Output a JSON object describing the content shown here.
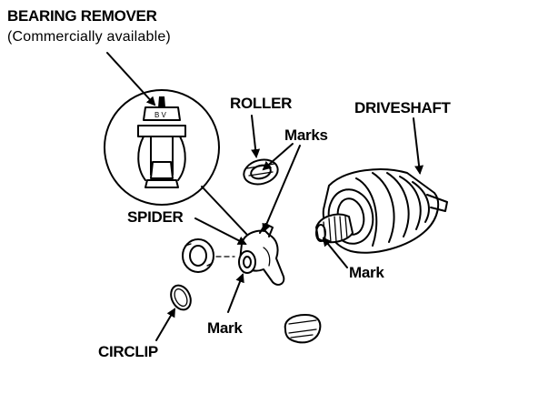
{
  "labels": {
    "bearing_remover": "BEARING REMOVER",
    "commercially_available": "(Commercially available)",
    "roller": "ROLLER",
    "driveshaft": "DRIVESHAFT",
    "marks": "Marks",
    "spider": "SPIDER",
    "mark_driveshaft": "Mark",
    "mark_spider": "Mark",
    "circlip": "CIRCLIP"
  },
  "tool_stamp": "B  V",
  "colors": {
    "ink": "#000000",
    "background": "#ffffff"
  }
}
